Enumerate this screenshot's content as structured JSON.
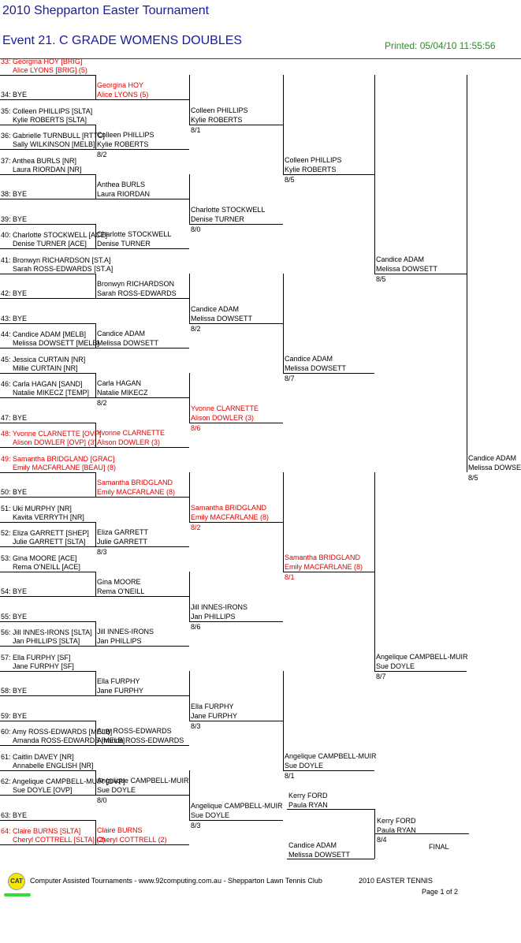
{
  "header": {
    "title": "2010 Shepparton Easter Tournament",
    "event": "Event 21. C GRADE WOMENS DOUBLES",
    "printed": "Printed: 05/04/10 11:55:56"
  },
  "draw": {
    "e33": [
      "33: Georgina HOY [BRIG]",
      "Alice LYONS [BRIG] (5)"
    ],
    "e34": [
      "34: BYE"
    ],
    "e35": [
      "35: Colleen PHILLIPS [SLTA]",
      "Kylie ROBERTS [SLTA]"
    ],
    "e36": [
      "36: Gabrielle TURNBULL [RTTC]",
      "Sally WILKINSON [MELB]"
    ],
    "e37": [
      "37: Anthea BURLS [NR]",
      "Laura RIORDAN [NR]"
    ],
    "e38": [
      "38: BYE"
    ],
    "e39": [
      "39: BYE"
    ],
    "e40": [
      "40: Charlotte STOCKWELL [ACE]",
      "Denise TURNER [ACE]"
    ],
    "e41": [
      "41: Bronwyn RICHARDSON [ST.A]",
      "Sarah ROSS-EDWARDS [ST.A]"
    ],
    "e42": [
      "42: BYE"
    ],
    "e43": [
      "43: BYE"
    ],
    "e44": [
      "44: Candice ADAM [MELB]",
      "Melissa DOWSETT [MELB]"
    ],
    "e45": [
      "45: Jessica CURTAIN [NR]",
      "Millie CURTAIN [NR]"
    ],
    "e46": [
      "46: Carla HAGAN [SAND]",
      "Natalie MIKECZ [TEMP]"
    ],
    "e47": [
      "47: BYE"
    ],
    "e48": [
      "48: Yvonne CLARNETTE [OVP]",
      "Alison DOWLER [OVP] (3)"
    ],
    "e49": [
      "49: Samantha BRIDGLAND [GRAC]",
      "Emily MACFARLANE [BEAU] (8)"
    ],
    "e50": [
      "50: BYE"
    ],
    "e51": [
      "51: Uki MURPHY [NR]",
      "Kavita VERRYTH [NR]"
    ],
    "e52": [
      "52: Eliza GARRETT [SHEP]",
      "Julie GARRETT [SLTA]"
    ],
    "e53": [
      "53: Gina MOORE [ACE]",
      "Rema O'NEILL [ACE]"
    ],
    "e54": [
      "54: BYE"
    ],
    "e55": [
      "55: BYE"
    ],
    "e56": [
      "56: Jill INNES-IRONS [SLTA]",
      "Jan PHILLIPS [SLTA]"
    ],
    "e57": [
      "57: Ella FURPHY [SF]",
      "Jane FURPHY [SF]"
    ],
    "e58": [
      "58: BYE"
    ],
    "e59": [
      "59: BYE"
    ],
    "e60": [
      "60: Amy ROSS-EDWARDS [MELB]",
      "Amanda ROSS-EDWARDS [MELB]"
    ],
    "e61": [
      "61: Caitlin DAVEY [NR]",
      "Annabelle ENGLISH [NR]"
    ],
    "e62": [
      "62: Angelique CAMPBELL-MUIR [OVP]",
      "Sue DOYLE [OVP]"
    ],
    "e63": [
      "63: BYE"
    ],
    "e64": [
      "64: Claire BURNS [SLTA]",
      "Cheryl COTTRELL [SLTA] (2)"
    ],
    "r2": [
      [
        "Georgina HOY",
        "Alice LYONS (5)",
        ""
      ],
      [
        "Colleen PHILLIPS",
        "Kylie ROBERTS",
        "8/2"
      ],
      [
        "Anthea BURLS",
        "Laura RIORDAN",
        ""
      ],
      [
        "Charlotte STOCKWELL",
        "Denise TURNER",
        ""
      ],
      [
        "Bronwyn RICHARDSON",
        "Sarah ROSS-EDWARDS",
        ""
      ],
      [
        "Candice ADAM",
        "Melissa DOWSETT",
        ""
      ],
      [
        "Carla HAGAN",
        "Natalie MIKECZ",
        "8/2"
      ],
      [
        "Yvonne CLARNETTE",
        "Alison DOWLER (3)",
        ""
      ],
      [
        "Samantha BRIDGLAND",
        "Emily MACFARLANE (8)",
        ""
      ],
      [
        "Eliza GARRETT",
        "Julie GARRETT",
        "8/3"
      ],
      [
        "Gina MOORE",
        "Rema O'NEILL",
        ""
      ],
      [
        "Jill INNES-IRONS",
        "Jan PHILLIPS",
        ""
      ],
      [
        "Ella FURPHY",
        "Jane FURPHY",
        ""
      ],
      [
        "Amy ROSS-EDWARDS",
        "Amanda ROSS-EDWARDS",
        ""
      ],
      [
        "Angelique CAMPBELL-MUIR",
        "Sue DOYLE",
        "8/0"
      ],
      [
        "Claire BURNS",
        "Cheryl COTTRELL (2)",
        ""
      ]
    ],
    "r3": [
      [
        "Colleen PHILLIPS",
        "Kylie ROBERTS",
        "8/1"
      ],
      [
        "Charlotte STOCKWELL",
        "Denise TURNER",
        "8/0"
      ],
      [
        "Candice ADAM",
        "Melissa DOWSETT",
        "8/2"
      ],
      [
        "Yvonne CLARNETTE",
        "Alison DOWLER (3)",
        "8/6"
      ],
      [
        "Samantha BRIDGLAND",
        "Emily MACFARLANE (8)",
        "8/2"
      ],
      [
        "Jill INNES-IRONS",
        "Jan PHILLIPS",
        "8/6"
      ],
      [
        "Ella FURPHY",
        "Jane FURPHY",
        "8/3"
      ],
      [
        "Angelique CAMPBELL-MUIR",
        "Sue DOYLE",
        "8/3"
      ]
    ],
    "r4": [
      [
        "Colleen PHILLIPS",
        "Kylie ROBERTS",
        "8/5"
      ],
      [
        "Candice ADAM",
        "Melissa DOWSETT",
        "8/7"
      ],
      [
        "Samantha BRIDGLAND",
        "Emily MACFARLANE (8)",
        "8/1"
      ],
      [
        "Angelique CAMPBELL-MUIR",
        "Sue DOYLE",
        "8/1"
      ]
    ],
    "r5": [
      [
        "Candice ADAM",
        "Melissa DOWSETT",
        "8/5"
      ],
      [
        "Angelique CAMPBELL-MUIR",
        "Sue DOYLE",
        "8/7"
      ]
    ],
    "r6": [
      [
        "Candice ADAM",
        "Melissa DOWSETT",
        "8/5"
      ]
    ],
    "other": {
      "kf": [
        "Kerry FORD",
        "Paula RYAN"
      ],
      "ca": [
        "Candice ADAM",
        "Melissa DOWSETT"
      ]
    },
    "final": {
      "names": [
        "Kerry FORD",
        "Paula RYAN"
      ],
      "score": "8/4",
      "label": "FINAL"
    }
  },
  "footer": {
    "logo": "CAT",
    "credit": "Computer Assisted Tournaments - www.92computing.com.au -  Shepparton Lawn Tennis Club",
    "event": "2010 EASTER TENNIS",
    "page": "Page 1 of 2"
  }
}
